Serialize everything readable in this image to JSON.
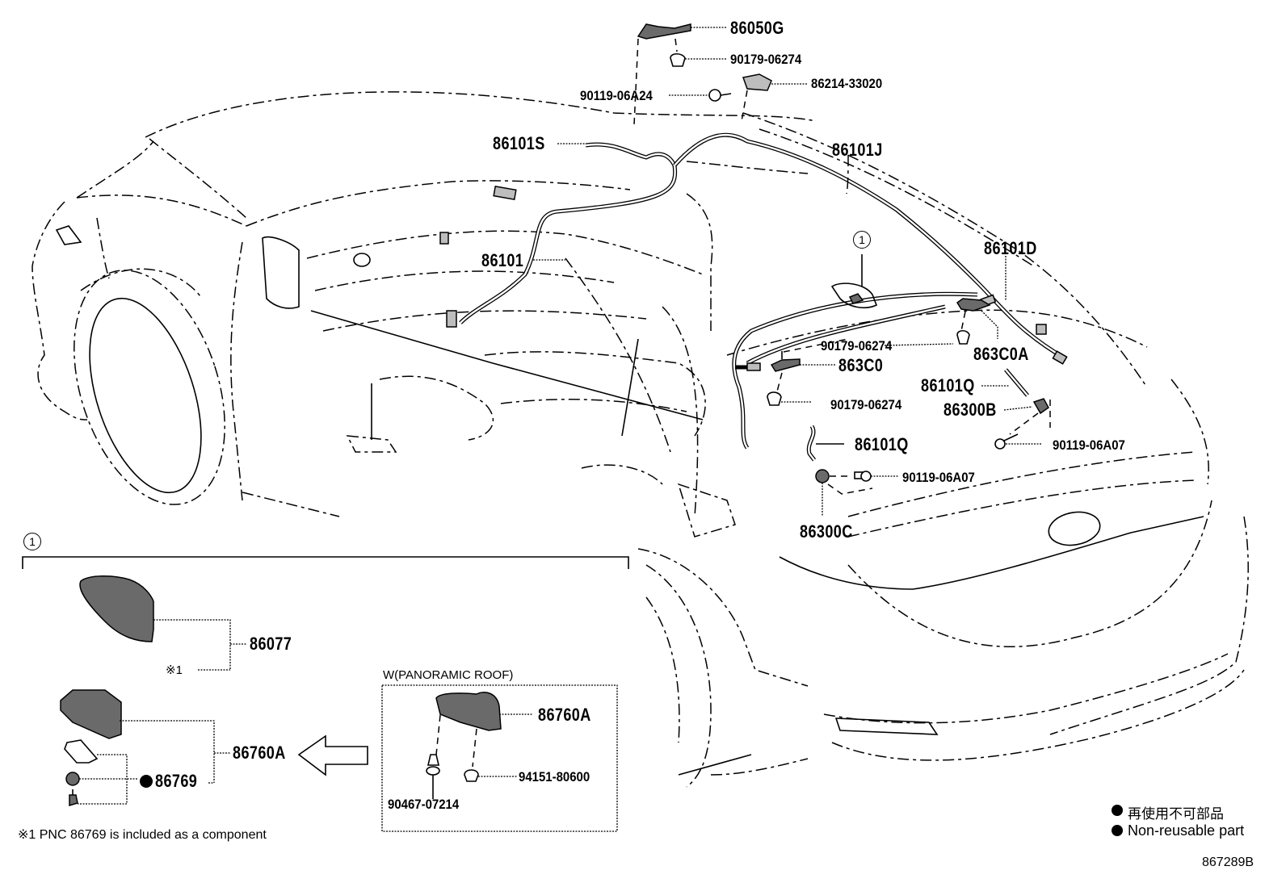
{
  "diagram": {
    "type": "exploded parts diagram",
    "subject": "Antenna and wiring harness, vehicle cutaway",
    "figure_id": "867289B",
    "parts": [
      {
        "id": "p-86050G",
        "label": "86050G"
      },
      {
        "id": "p-90179-06274-top",
        "label": "90179-06274"
      },
      {
        "id": "p-86214-33020",
        "label": "86214-33020"
      },
      {
        "id": "p-90119-06A24",
        "label": "90119-06A24"
      },
      {
        "id": "p-86101S",
        "label": "86101S"
      },
      {
        "id": "p-86101J",
        "label": "86101J"
      },
      {
        "id": "p-86101",
        "label": "86101"
      },
      {
        "id": "p-86101D",
        "label": "86101D"
      },
      {
        "id": "p-90179-06274-mid",
        "label": "90179-06274"
      },
      {
        "id": "p-863C0",
        "label": "863C0"
      },
      {
        "id": "p-863C0A",
        "label": "863C0A"
      },
      {
        "id": "p-86101Q-right",
        "label": "86101Q"
      },
      {
        "id": "p-90179-06274-low",
        "label": "90179-06274"
      },
      {
        "id": "p-86300B",
        "label": "86300B"
      },
      {
        "id": "p-90119-06A07-right",
        "label": "90119-06A07"
      },
      {
        "id": "p-86101Q-left",
        "label": "86101Q"
      },
      {
        "id": "p-90119-06A07-left",
        "label": "90119-06A07"
      },
      {
        "id": "p-86300C",
        "label": "86300C"
      }
    ],
    "callout_marker": "1",
    "inset_main": {
      "marker": "1",
      "parts": [
        {
          "id": "p-86077",
          "label": "86077"
        },
        {
          "id": "p-note-ref",
          "label": "※1"
        },
        {
          "id": "p-86760A",
          "label": "86760A"
        },
        {
          "id": "p-86769",
          "label": "86769",
          "non_reusable": true
        }
      ],
      "footnote": "※1 PNC 86769 is included as a component"
    },
    "inset_panoramic": {
      "title": "W(PANORAMIC ROOF)",
      "parts": [
        {
          "id": "p-86760A-pano",
          "label": "86760A"
        },
        {
          "id": "p-94151-80600",
          "label": "94151-80600"
        },
        {
          "id": "p-90467-07214",
          "label": "90467-07214"
        }
      ]
    },
    "legend": {
      "items": [
        {
          "symbol": "●",
          "text": "再使用不可部品"
        },
        {
          "symbol": "●",
          "text": "Non-reusable part"
        }
      ]
    },
    "icons": {
      "non_reusable": "filled-circle-icon",
      "arrow": "left-arrow-icon",
      "callout": "circled-number-icon"
    }
  }
}
